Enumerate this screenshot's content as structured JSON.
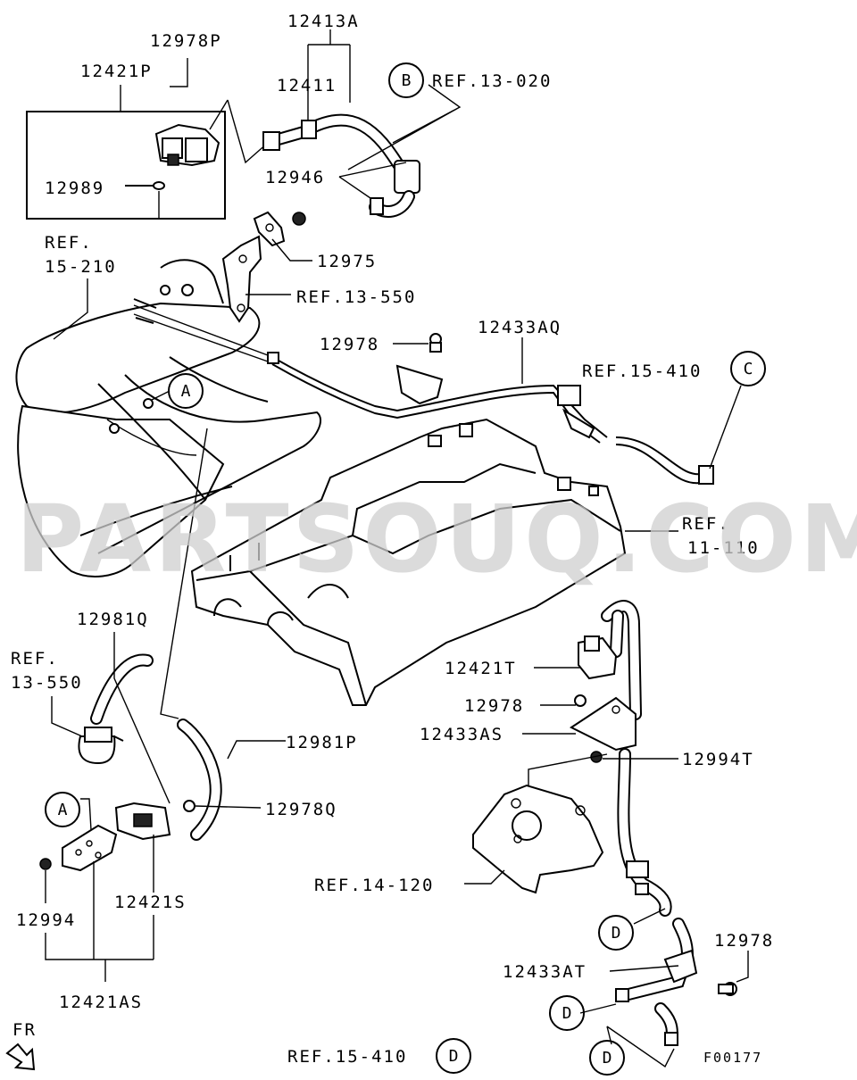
{
  "diagram_code": "F00177",
  "watermark": "PARTSOUQ.COM",
  "direction_label": "FR",
  "part_labels": {
    "p12413A": "12413A",
    "p12978P": "12978P",
    "p12411": "12411",
    "p12421P": "12421P",
    "p12989": "12989",
    "p12946": "12946",
    "p12975": "12975",
    "p12978_top": "12978",
    "p12433AQ": "12433AQ",
    "p12981Q": "12981Q",
    "p12981P": "12981P",
    "p12978Q": "12978Q",
    "p12421T": "12421T",
    "p12978_mid": "12978",
    "p12433AS": "12433AS",
    "p12994T": "12994T",
    "p12994": "12994",
    "p12421S": "12421S",
    "p12421AS": "12421AS",
    "p12978_bot": "12978",
    "p12433AT": "12433AT"
  },
  "ref_labels": {
    "ref_13_020": "REF.13-020",
    "ref_15_210_a": "REF.",
    "ref_15_210_b": "15-210",
    "ref_13_550_top": "REF.13-550",
    "ref_15_410_c": "REF.15-410",
    "ref_11_110_a": "REF.",
    "ref_11_110_b": "11-110",
    "ref_13_550_left_a": "REF.",
    "ref_13_550_left_b": "13-550",
    "ref_14_120": "REF.14-120",
    "ref_15_410_d": "REF.15-410"
  },
  "callouts": {
    "B": "B",
    "C": "C",
    "A": "A",
    "D": "D"
  }
}
